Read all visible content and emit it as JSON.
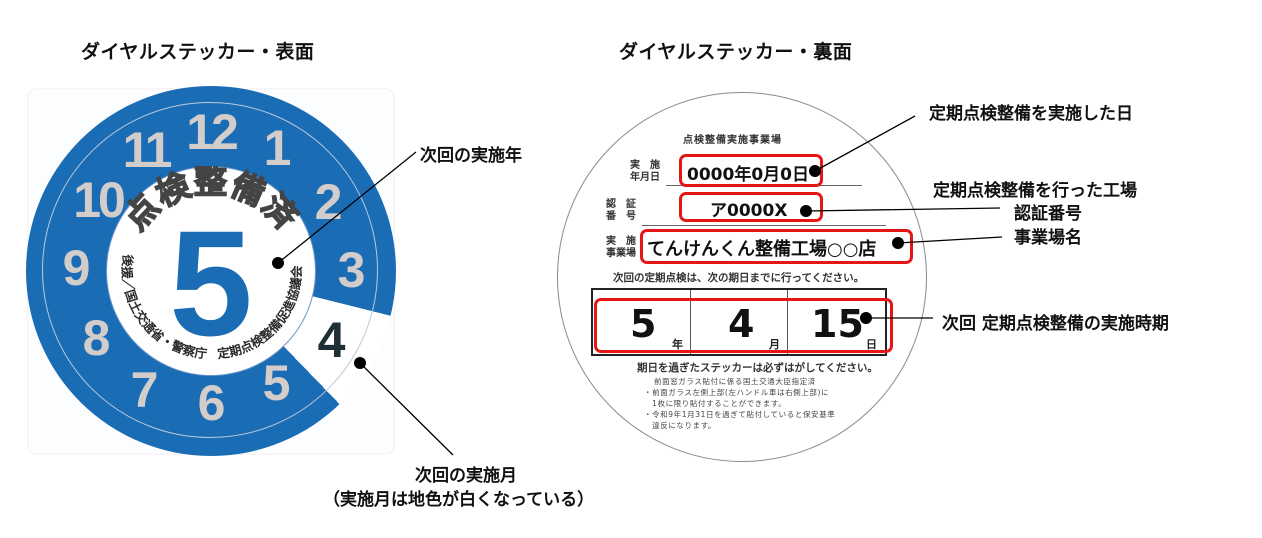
{
  "front": {
    "title": "ダイヤルステッカー・表面",
    "center_label": "点検整備済",
    "year": "5",
    "clock_numbers": [
      "12",
      "1",
      "2",
      "3",
      "4",
      "5",
      "6",
      "7",
      "8",
      "9",
      "10",
      "11"
    ],
    "current_month": "4",
    "left_arc_text": "後援／国土交通省・警察庁",
    "right_arc_text": "定期点検整備促進協議会",
    "annotations": {
      "year": "次回の実施年",
      "month_line1": "次回の実施月",
      "month_line2": "（実施月は地色が白くなっている）"
    },
    "colors": {
      "dial_blue": "#1a6cb5",
      "numbers": "#d2cdcb",
      "month_white": "#ffffff"
    }
  },
  "back": {
    "title": "ダイヤルステッカー・裏面",
    "section_title": "点検整備実施事業場",
    "labels": {
      "date_l1": "実　施",
      "date_l2": "年月日",
      "cert_l1": "認　証",
      "cert_l2": "番　号",
      "biz_l1": "実　施",
      "biz_l2": "事業場"
    },
    "values": {
      "date": "0000年0月0日",
      "cert_no": "ア0000X",
      "business": "てんけんくん整備工場○○店"
    },
    "due_text": "次回の定期点検は、次の期日までに行ってください。",
    "due": {
      "year": "5",
      "year_unit": "年",
      "month": "4",
      "month_unit": "月",
      "day": "15",
      "day_unit": "日"
    },
    "warning": "期日を過ぎたステッカーは必ずはがしてください。",
    "fine_print": [
      "前面窓ガラス貼付に係る国土交通大臣指定済",
      "・前面ガラス左側上部(左ハンドル車は右側上部)に",
      "　1枚に限り貼付することができます。",
      "・令和9年1月31日を過ぎて貼付していると保安基準",
      "　違反になります。"
    ],
    "annotations": {
      "date_done": "定期点検整備を実施した日",
      "factory_l1": "定期点検整備を行った工場",
      "factory_l2": "認証番号",
      "factory_l3": "事業場名",
      "next_period": "次回 定期点検整備の実施時期"
    },
    "colors": {
      "highlight_red": "#e41616"
    }
  }
}
